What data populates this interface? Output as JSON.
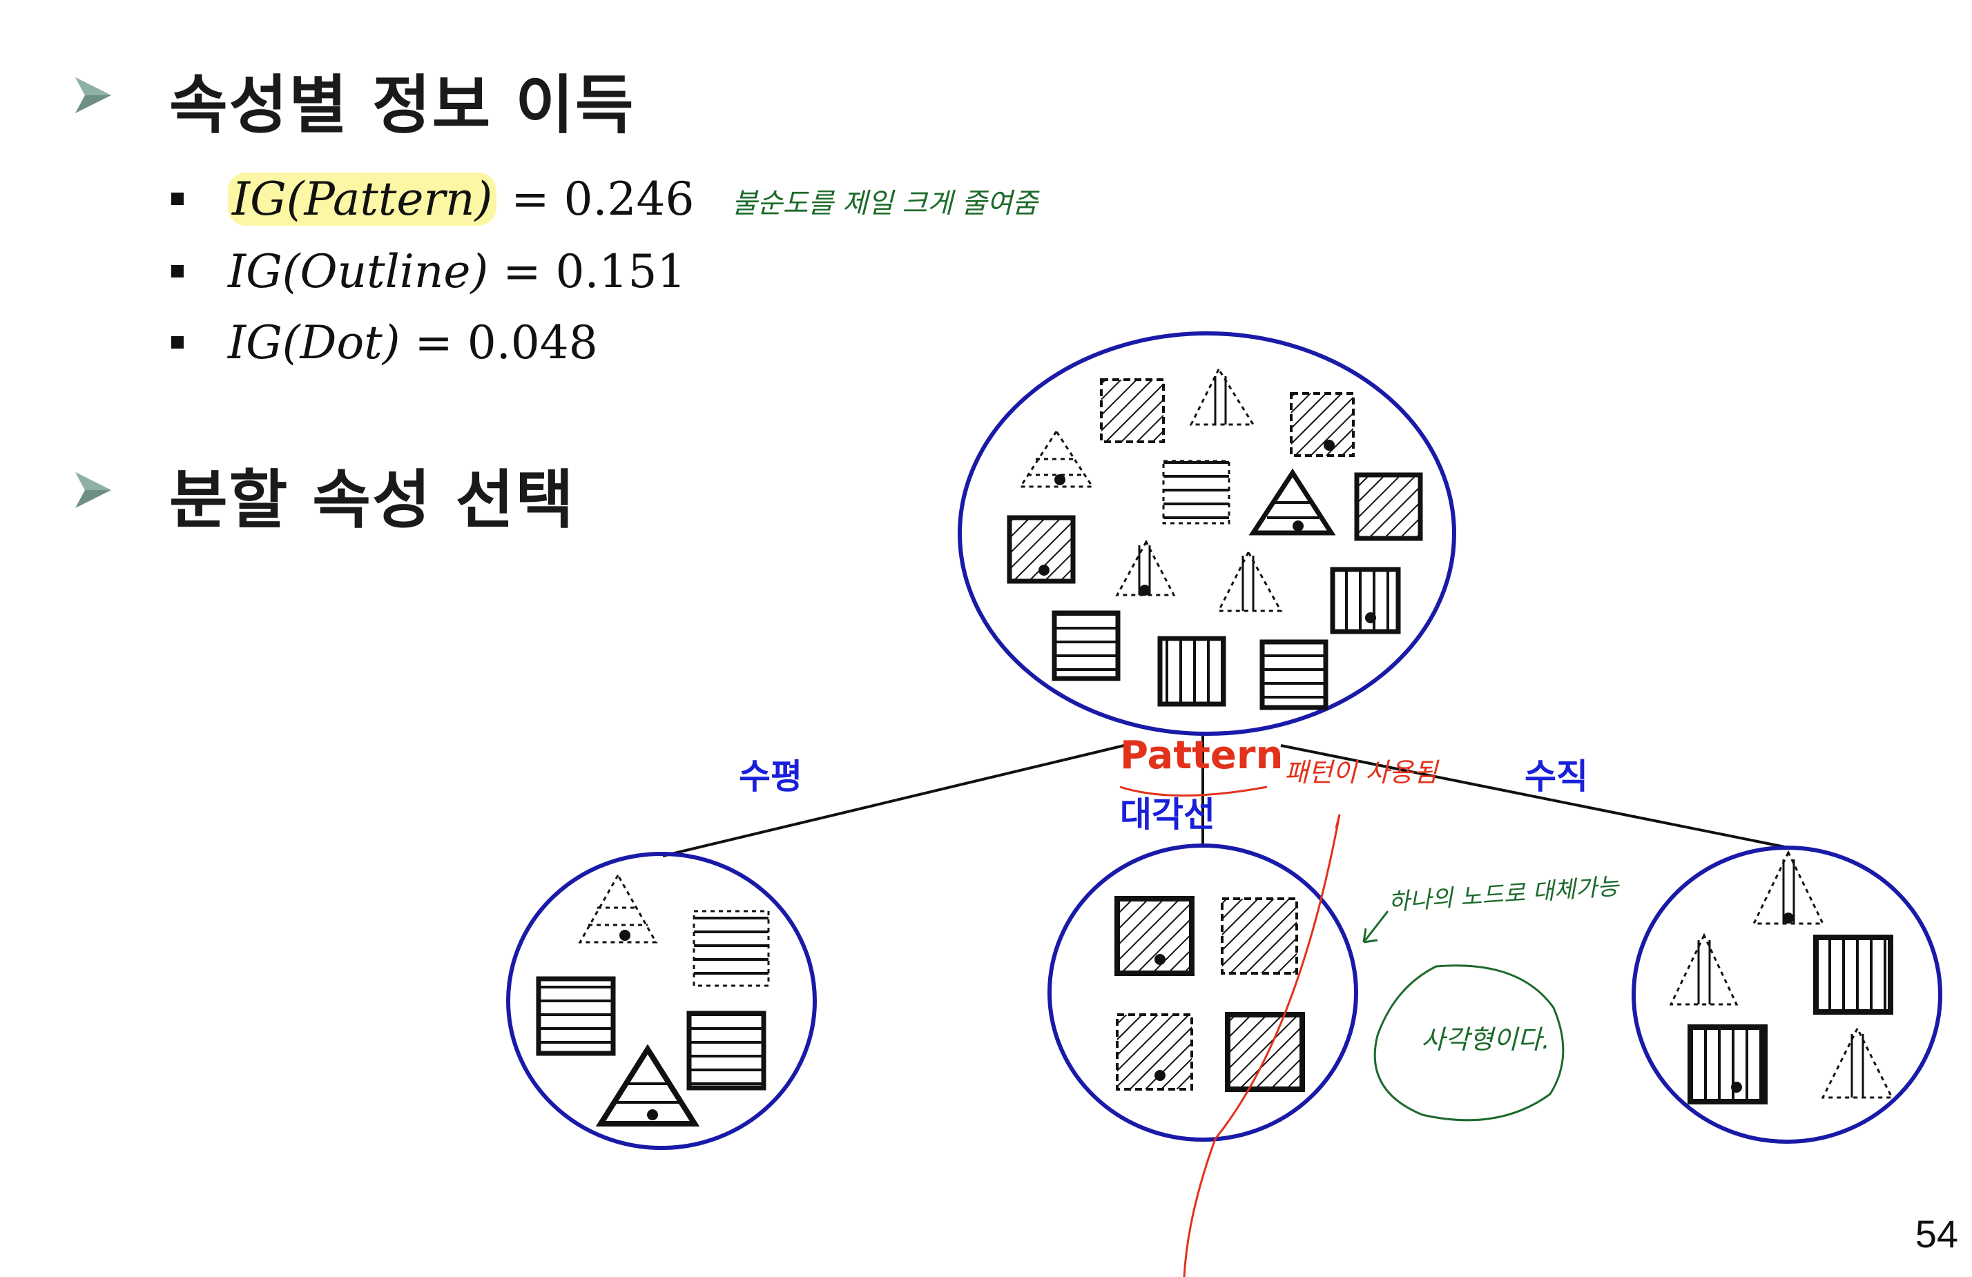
{
  "headings": {
    "info_gain": "속성별 정보 이득",
    "split_select": "분할 속성 선택"
  },
  "bullets": [
    {
      "fn": "IG(Pattern)",
      "eq": " = ",
      "value": "0.246"
    },
    {
      "fn": "IG(Outline)",
      "eq": " = ",
      "value": "0.151"
    },
    {
      "fn": "IG(Dot)",
      "eq": " = ",
      "value": "0.048"
    }
  ],
  "annotations": {
    "impurity_note": "불순도를 제일 크게 줄여줌",
    "pattern_used": "패턴이 사용됨",
    "replace_note": "하나의 노드로 대체가능",
    "square_note": "사각형이다."
  },
  "tree": {
    "root_attribute": "Pattern",
    "branches": {
      "left": "수평",
      "middle": "대각선",
      "right": "수직"
    }
  },
  "colors": {
    "node_border": "#1a1aa8",
    "branch_label": "#1a20d8",
    "attribute_label": "#e2321c",
    "handwriting_green": "#1d6a2a",
    "highlight": "#faf05a",
    "arrow_marker": "#6e8f86"
  },
  "page_number": "54"
}
